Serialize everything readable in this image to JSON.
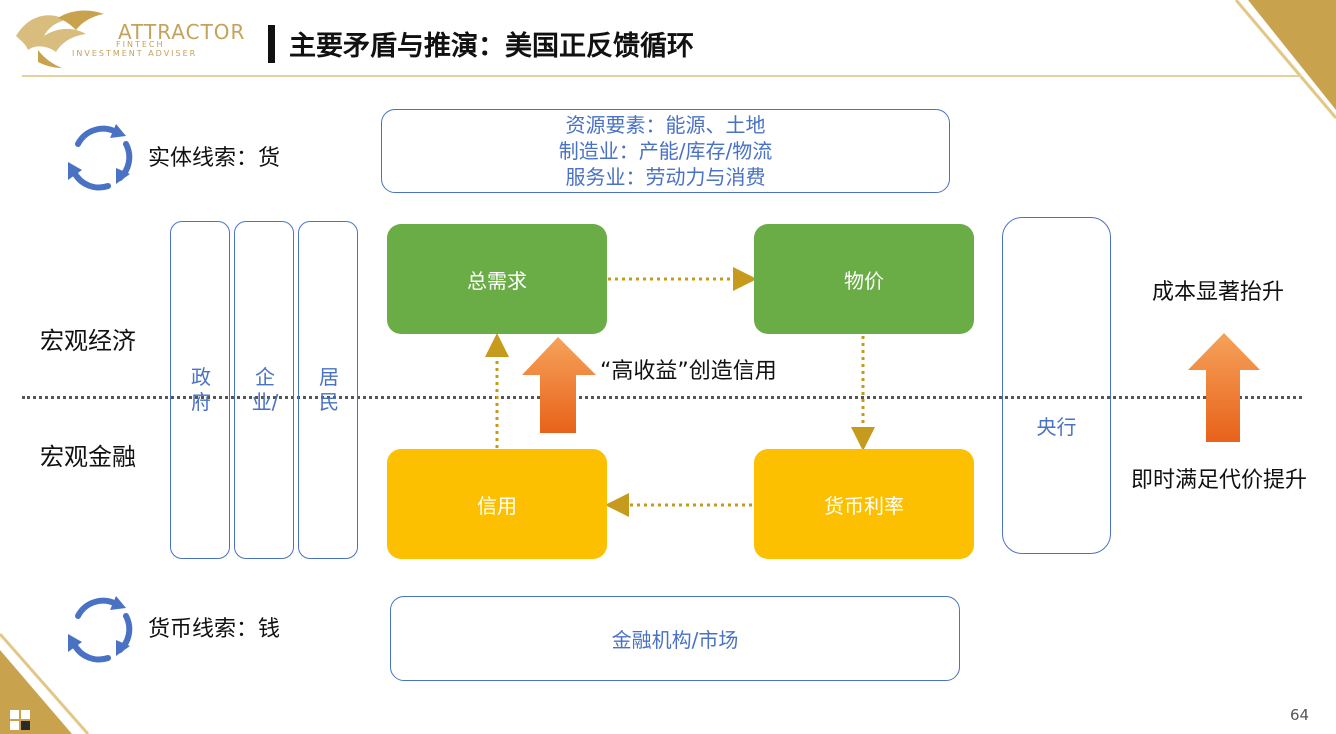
{
  "header": {
    "logo_word": "ATTRACTOR",
    "logo_sub1": "FINTECH",
    "logo_sub2": "INVESTMENT ADVISER",
    "title": "主要矛盾与推演：美国正反馈循环"
  },
  "clues": {
    "real": "实体线索：货",
    "money": "货币线索：钱"
  },
  "resources": {
    "line1": "资源要素：能源、土地",
    "line2": "制造业：产能/库存/物流",
    "line3": "服务业：劳动力与消费"
  },
  "sectors": {
    "gov": "政府",
    "firm": "企业/",
    "household": "居民"
  },
  "side_labels": {
    "macro_economy": "宏观经济",
    "macro_finance": "宏观金融"
  },
  "nodes": {
    "aggregate_demand": "总需求",
    "prices": "物价",
    "credit": "信用",
    "money_rate": "货币利率"
  },
  "central_bank": "央行",
  "middle_note": "“高收益”创造信用",
  "right": {
    "cost_up": "成本显著抬升",
    "satisfaction": "即时满足代价提升"
  },
  "financial_box": "金融机构/市场",
  "page_number": "64",
  "colors": {
    "gold": "#c4a25a",
    "blue": "#4a72c4",
    "green": "#6aac46",
    "yellow": "#fdc000",
    "orange": "#f07b22",
    "arrow_dotted": "#c69a1c"
  }
}
